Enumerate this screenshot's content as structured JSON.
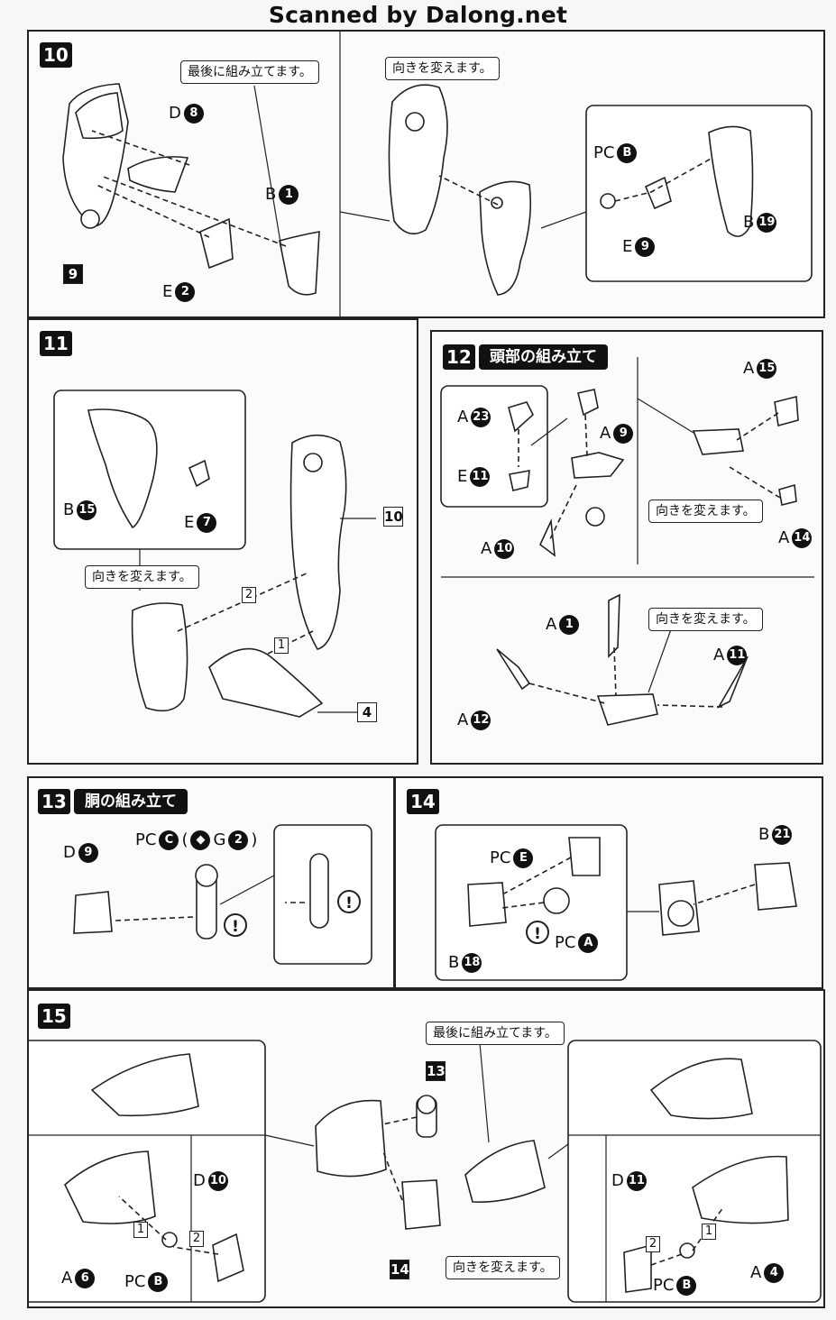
{
  "watermark": "Scanned by Dalong.net",
  "steps": {
    "s10": {
      "num": "10",
      "notes": {
        "last": "最後に組み立てます。",
        "turn": "向きを変えます。"
      },
      "ref": "9",
      "labels": [
        {
          "letter": "D",
          "n": "8"
        },
        {
          "letter": "B",
          "n": "1"
        },
        {
          "letter": "E",
          "n": "2"
        },
        {
          "letter": "PC",
          "n": "B"
        },
        {
          "letter": "E",
          "n": "9"
        },
        {
          "letter": "B",
          "n": "19"
        }
      ]
    },
    "s11": {
      "num": "11",
      "notes": {
        "turn": "向きを変えます。"
      },
      "refs": [
        "10",
        "4"
      ],
      "seq": [
        "2",
        "1"
      ],
      "labels": [
        {
          "letter": "B",
          "n": "15"
        },
        {
          "letter": "E",
          "n": "7"
        }
      ]
    },
    "s12": {
      "num": "12",
      "title": "頭部の組み立て",
      "notes": {
        "turn1": "向きを変えます。",
        "turn2": "向きを変えます。"
      },
      "labels": [
        {
          "letter": "A",
          "n": "15"
        },
        {
          "letter": "A",
          "n": "23"
        },
        {
          "letter": "A",
          "n": "9"
        },
        {
          "letter": "E",
          "n": "11"
        },
        {
          "letter": "A",
          "n": "10"
        },
        {
          "letter": "A",
          "n": "14"
        },
        {
          "letter": "A",
          "n": "1"
        },
        {
          "letter": "A",
          "n": "11"
        },
        {
          "letter": "A",
          "n": "12"
        }
      ]
    },
    "s13": {
      "num": "13",
      "title": "胴の組み立て",
      "labels": [
        {
          "letter": "D",
          "n": "9"
        }
      ],
      "pc_label": {
        "letter": "PC",
        "n": "C",
        "extra_open": "(",
        "extra_mid": "G",
        "extra_n": "2",
        "extra_close": ")"
      },
      "warn": "!"
    },
    "s14": {
      "num": "14",
      "labels": [
        {
          "letter": "PC",
          "n": "E"
        },
        {
          "letter": "B",
          "n": "21"
        },
        {
          "letter": "PC",
          "n": "A"
        },
        {
          "letter": "B",
          "n": "18"
        }
      ],
      "warn": "!"
    },
    "s15": {
      "num": "15",
      "notes": {
        "last": "最後に組み立てます。",
        "turn": "向きを変えます。"
      },
      "refs": [
        "13",
        "14"
      ],
      "seq_left": [
        "1",
        "2"
      ],
      "seq_right": [
        "2",
        "1"
      ],
      "labels": [
        {
          "letter": "D",
          "n": "10"
        },
        {
          "letter": "A",
          "n": "6"
        },
        {
          "letter": "PC",
          "n": "B"
        },
        {
          "letter": "D",
          "n": "11"
        },
        {
          "letter": "PC",
          "n": "B"
        },
        {
          "letter": "A",
          "n": "4"
        }
      ]
    }
  }
}
